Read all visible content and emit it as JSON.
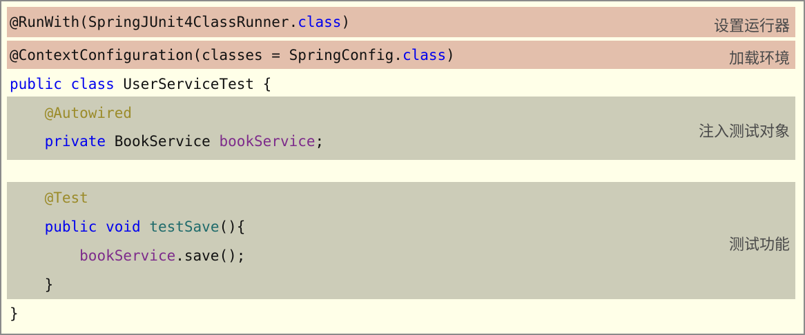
{
  "editor": {
    "language": "java",
    "background_color": "#FFFFE8",
    "border_color": "#8a8a8a",
    "highlight_pink": "#E3BFAC",
    "highlight_gray": "#CCCCB8"
  },
  "colors": {
    "keyword": "#0000EE",
    "field": "#7D2B8B",
    "method": "#1F6B6B",
    "annotation": "#9B8B2A",
    "plain": "#111111",
    "note_text": "#4a4a4a"
  },
  "code": {
    "line1": {
      "a": "@RunWith(SpringJUnit4ClassRunner.",
      "b": "class",
      "c": ")"
    },
    "line2": {
      "a": "@ContextConfiguration(classes = SpringConfig.",
      "b": "class",
      "c": ")"
    },
    "line3": {
      "a": "public",
      "b": " ",
      "c": "class",
      "d": " UserServiceTest {"
    },
    "line4": {
      "a": "    @Autowired"
    },
    "line5": {
      "a": "    private",
      "b": " BookService ",
      "c": "bookService",
      "d": ";"
    },
    "line6": {
      "a": "    @Test"
    },
    "line7": {
      "a": "    public",
      "b": " ",
      "c": "void",
      "d": " ",
      "e": "testSave",
      "f": "(){"
    },
    "line8": {
      "a": "        ",
      "b": "bookService",
      "c": ".save();"
    },
    "line9": {
      "a": "    }"
    },
    "line10": {
      "a": "}"
    }
  },
  "annotations": {
    "note1": "设置运行器",
    "note2": "加载环境",
    "note3": "注入测试对象",
    "note4": "测试功能"
  }
}
